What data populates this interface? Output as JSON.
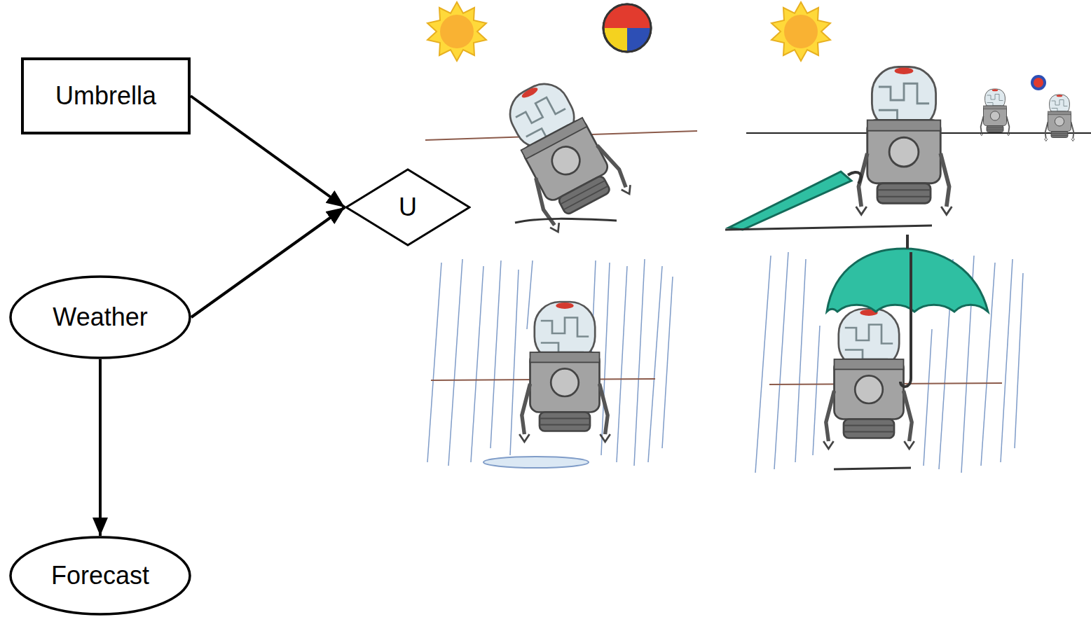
{
  "diagram": {
    "nodes": [
      {
        "text": [
          "Umbrella"
        ]
      },
      {
        "text": [
          "U"
        ]
      },
      {
        "text": [
          "Weather"
        ]
      },
      {
        "text": [
          "Forecast"
        ]
      }
    ],
    "edges": [
      {
        "from": 0,
        "to": 1,
        "arrow": "to"
      },
      {
        "from": 2,
        "to": 1,
        "arrow": "to"
      },
      {
        "from": 2,
        "to": 3,
        "arrow": "to"
      }
    ]
  }
}
